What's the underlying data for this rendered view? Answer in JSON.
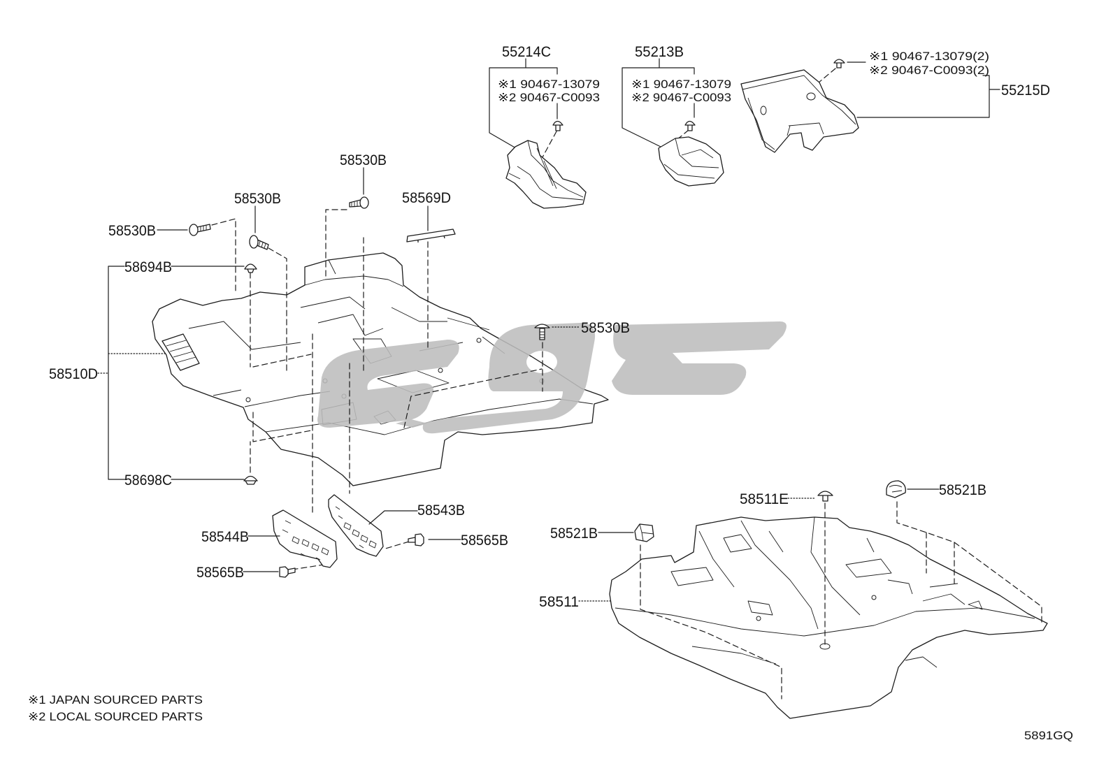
{
  "sub_ducts": [
    {
      "part_no": "55214C",
      "fasteners": [
        "※1 90467-13079",
        "※2 90467-C0093"
      ]
    },
    {
      "part_no": "55213B",
      "fasteners": [
        "※1 90467-13079",
        "※2 90467-C0093"
      ]
    },
    {
      "part_no": "55215D",
      "fasteners": [
        "※1 90467-13079(2)",
        "※2 90467-C0093(2)"
      ]
    }
  ],
  "front_carpet": {
    "part_no": "58510D",
    "callouts": [
      "58530B",
      "58530B",
      "58569D",
      "58530B",
      "58694B",
      "58530B",
      "58698C",
      "58543B",
      "58544B",
      "58565B",
      "58565B"
    ]
  },
  "rear_carpet": {
    "part_no": "58511",
    "callouts": [
      "58511E",
      "58521B",
      "58521B"
    ]
  },
  "notes": [
    "※1 JAPAN SOURCED PARTS",
    "※2 LOCAL SOURCED PARTS"
  ],
  "diagram_code": "5891GQ"
}
